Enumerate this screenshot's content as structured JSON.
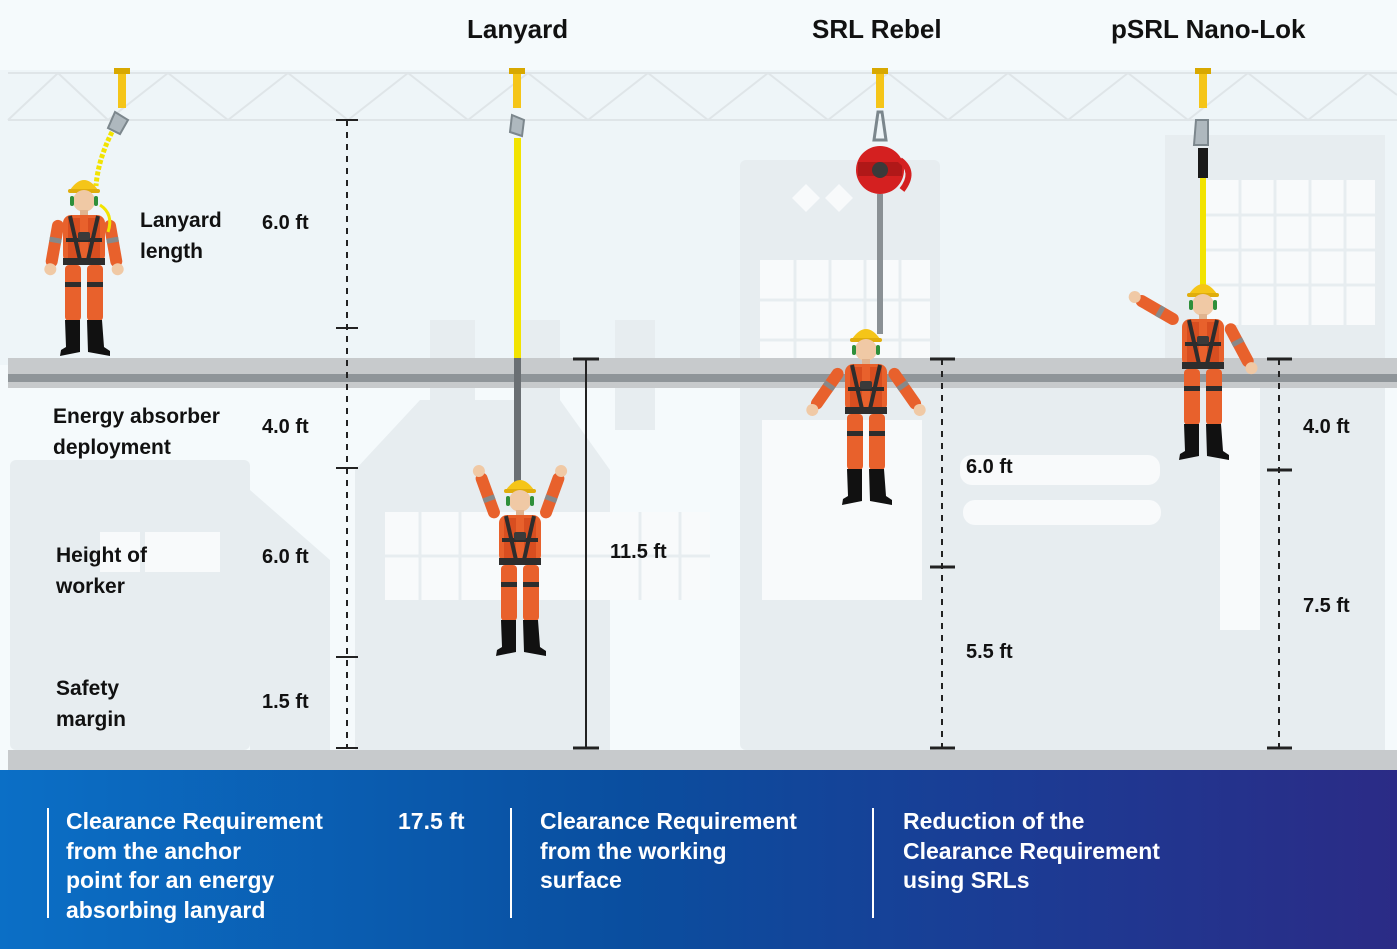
{
  "columns": {
    "lanyard": "Lanyard",
    "srl_rebel": "SRL Rebel",
    "psrl_nano_lok": "pSRL Nano-Lok"
  },
  "left_labels": {
    "lanyard_length": "Lanyard\nlength",
    "energy_absorber": "Energy absorber\ndeployment",
    "height_of_worker": "Height of\nworker",
    "safety_margin": "Safety\nmargin"
  },
  "left_measurements": [
    "6.0 ft",
    "4.0 ft",
    "6.0 ft",
    "1.5 ft"
  ],
  "lanyard_measurement": "11.5 ft",
  "srl_rebel_measurements": [
    "6.0 ft",
    "5.5 ft"
  ],
  "psrl_measurements": [
    "4.0 ft",
    "7.5 ft"
  ],
  "footer": {
    "anchor_clearance_text": "Clearance Requirement\nfrom the anchor\npoint for an energy\nabsorbing lanyard",
    "anchor_clearance_value": "17.5 ft",
    "working_surface_text": "Clearance Requirement\nfrom the working\nsurface",
    "reduction_text": "Reduction of the\nClearance Requirement\nusing SRLs"
  },
  "colors": {
    "footer_gradient_start": "#0b6fc6",
    "footer_gradient_end": "#2b2b86",
    "worker_suit": "#e8612c",
    "helmet": "#f5c518",
    "lanyard_yellow": "#f2e300",
    "srl_red": "#d42020"
  }
}
